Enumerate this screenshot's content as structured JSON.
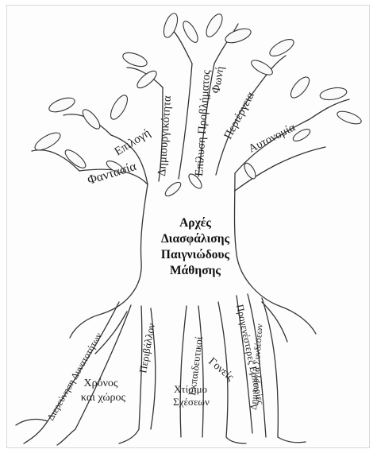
{
  "diagram": {
    "title_lines": [
      "Αρχές",
      "Διασφάλισης",
      "Παιγνιώδους",
      "Μάθησης"
    ],
    "branches": [
      "Φαντασία",
      "Επιλογή",
      "Δημιουργικότητα",
      "Επίλυση Προβλήματος",
      "Φωνή",
      "Περιέργεια",
      "Αυτονομία"
    ],
    "roots": [
      "Διερεύνηση Δυνατοτήτων",
      "Περιβάλλον",
      "Εκπαιδευτικοί",
      "Γονείς",
      "Προγενέστερες Εμπειρίες",
      "Δημιουργία Συνδέσεων"
    ],
    "ground_labels": [
      [
        "Χρόνος",
        "και χώρος"
      ],
      [
        "Χτίσιμο",
        "Σχέσεων"
      ]
    ]
  }
}
